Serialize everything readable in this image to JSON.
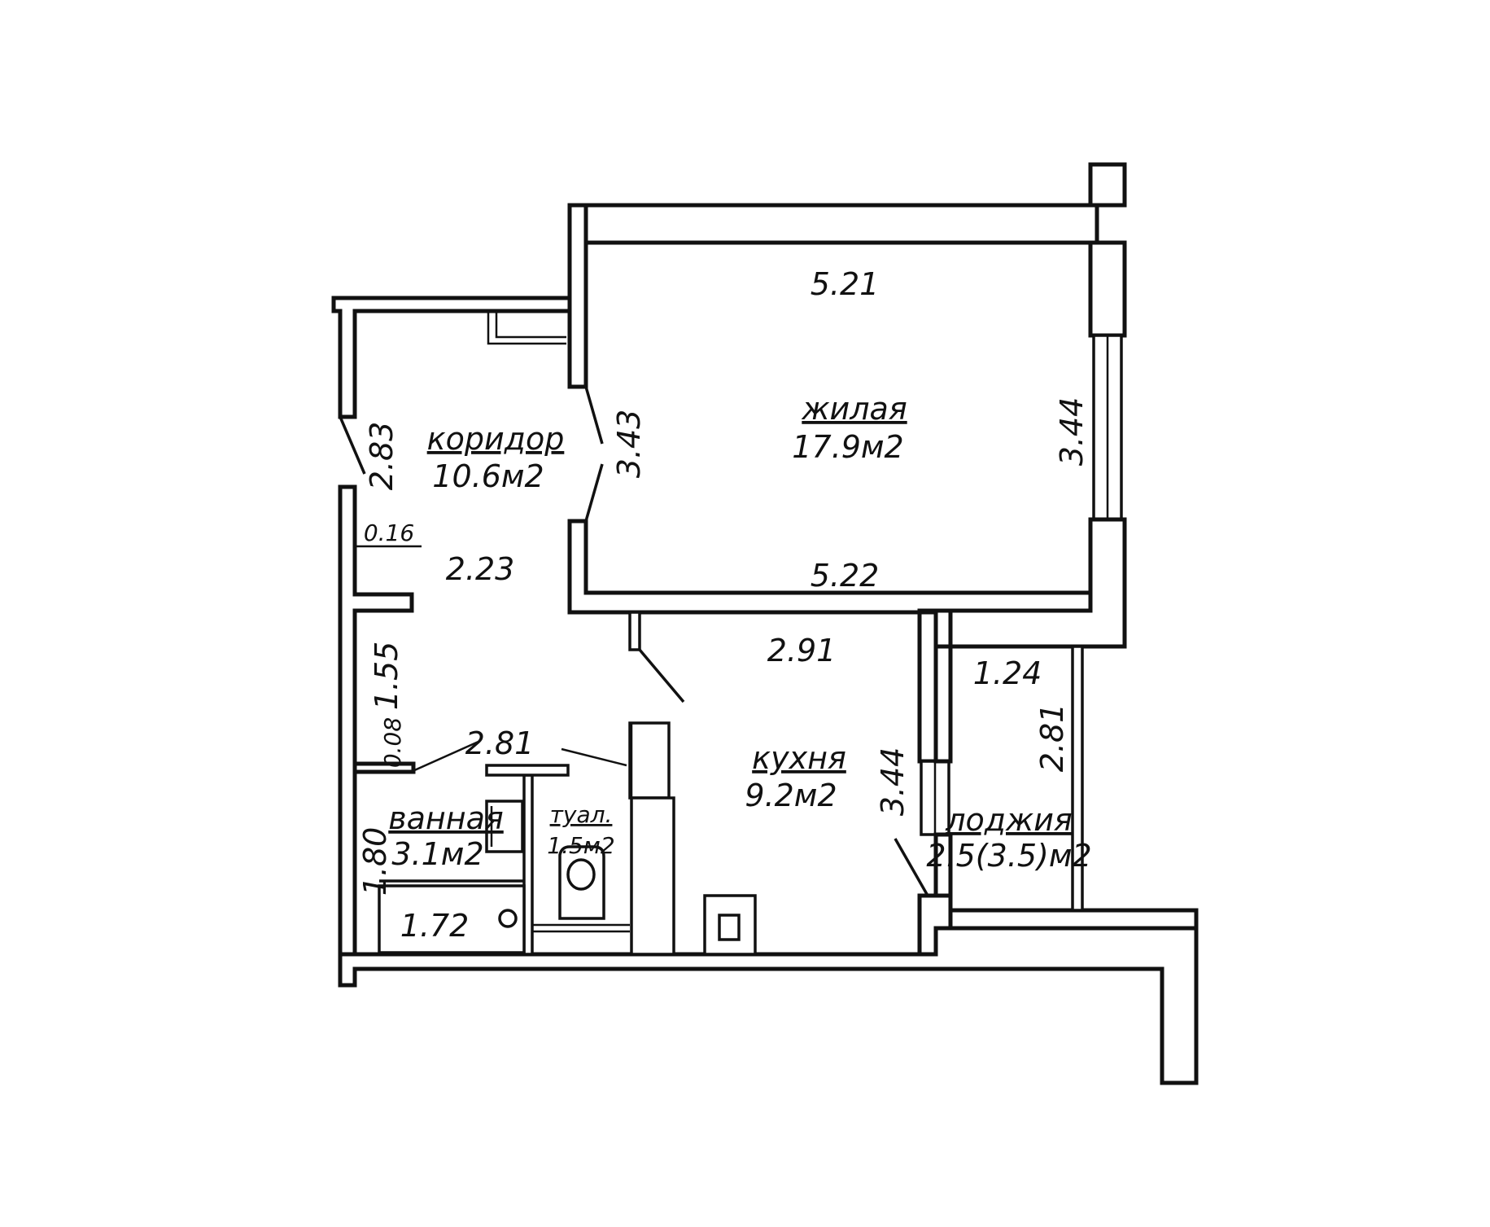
{
  "rooms": {
    "living": {
      "name": "жилая",
      "area": "17.9м2"
    },
    "corridor": {
      "name": "коридор",
      "area": "10.6м2"
    },
    "kitchen": {
      "name": "кухня",
      "area": "9.2м2"
    },
    "bathroom": {
      "name": "ванная",
      "area": "3.1м2"
    },
    "toilet": {
      "name": "туал.",
      "area": "1.5м2"
    },
    "loggia": {
      "name": "лоджия",
      "area": "2.5(3.5)м2"
    }
  },
  "dimensions": {
    "living_top": "5.21",
    "living_bottom": "5.22",
    "living_right": "3.44",
    "living_left": "3.43",
    "corridor_left": "2.83",
    "corridor_wall": "0.16",
    "corridor_width": "2.23",
    "corridor_lower_left": "1.55",
    "corridor_small": "0.08",
    "corridor_bottom": "2.81",
    "kitchen_top": "2.91",
    "kitchen_right": "3.44",
    "bath_left": "1.80",
    "bath_tub": "1.72",
    "loggia_top": "1.24",
    "loggia_right": "2.81"
  }
}
